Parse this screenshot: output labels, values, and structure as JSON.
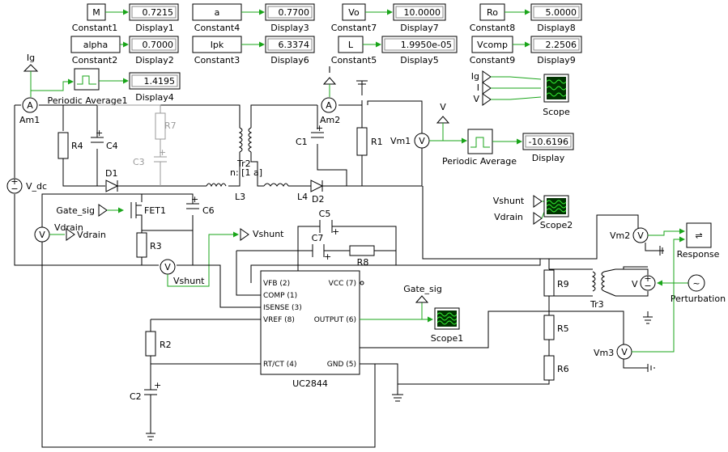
{
  "constants": [
    {
      "name": "M",
      "label": "Constant1",
      "display_value": "0.7215",
      "display_label": "Display1"
    },
    {
      "name": "a",
      "label": "Constant4",
      "display_value": "0.7700",
      "display_label": "Display3"
    },
    {
      "name": "Vo",
      "label": "Constant7",
      "display_value": "10.0000",
      "display_label": "Display7"
    },
    {
      "name": "Ro",
      "label": "Constant8",
      "display_value": "5.0000",
      "display_label": "Display8"
    },
    {
      "name": "alpha",
      "label": "Constant2",
      "display_value": "0.7000",
      "display_label": "Display2"
    },
    {
      "name": "Ipk",
      "label": "Constant3",
      "display_value": "6.3374",
      "display_label": "Display6"
    },
    {
      "name": "L",
      "label": "Constant5",
      "display_value": "1.9950e-05",
      "display_label": "Display5"
    },
    {
      "name": "Vcomp",
      "label": "Constant9",
      "display_value": "2.2506",
      "display_label": "Display9"
    }
  ],
  "pavg1": {
    "label": "Periodic Average1",
    "display_value": "1.4195",
    "display_label": "Display4",
    "probe": "Ig"
  },
  "pavg2": {
    "label": "Periodic Average",
    "display_value": "-10.6196",
    "display_label": "Display",
    "probe": "V"
  },
  "components": {
    "am1": "Am1",
    "am2": "Am2",
    "vdc": "V_dc",
    "r4": "R4",
    "c4": "C4",
    "r7": "R7",
    "c3": "C3",
    "d1": "D1",
    "l3": "L3",
    "tr2": "Tr2",
    "ratio": "n: [1 a]",
    "c1": "C1",
    "r1": "R1",
    "l4": "L4",
    "d2": "D2",
    "vm1": "Vm1",
    "fet1": "FET1",
    "gate": "Gate_sig",
    "c6": "C6",
    "vdrain": "Vdrain",
    "vdrain_out": "Vdrain",
    "r3": "R3",
    "vshunt": "Vshunt",
    "vshunt_out": "Vshunt",
    "c5": "C5",
    "c7": "C7",
    "r8": "R8",
    "r2": "R2",
    "c2": "C2",
    "r9": "R9",
    "r5": "R5",
    "r6": "R6",
    "tr3": "Tr3",
    "v_src": "V",
    "vm2": "Vm2",
    "vm3": "Vm3",
    "response": "Response",
    "perturbation": "Perturbation",
    "scope": "Scope",
    "scope1": "Scope1",
    "scope2": "Scope2",
    "gate_sig_tag": "Gate_sig",
    "scope_in": [
      "Ig",
      "I",
      "V"
    ],
    "scope2_in": [
      "Vshunt",
      "Vdrain"
    ],
    "probe_i": "I",
    "probe_v": "V"
  },
  "ic": {
    "name": "UC2844",
    "pins": [
      "VFB (2)",
      "COMP (1)",
      "ISENSE (3)",
      "VREF (8)",
      "RT/CT (4)",
      "VCC (7)",
      "OUTPUT (6)",
      "GND (5)"
    ]
  }
}
